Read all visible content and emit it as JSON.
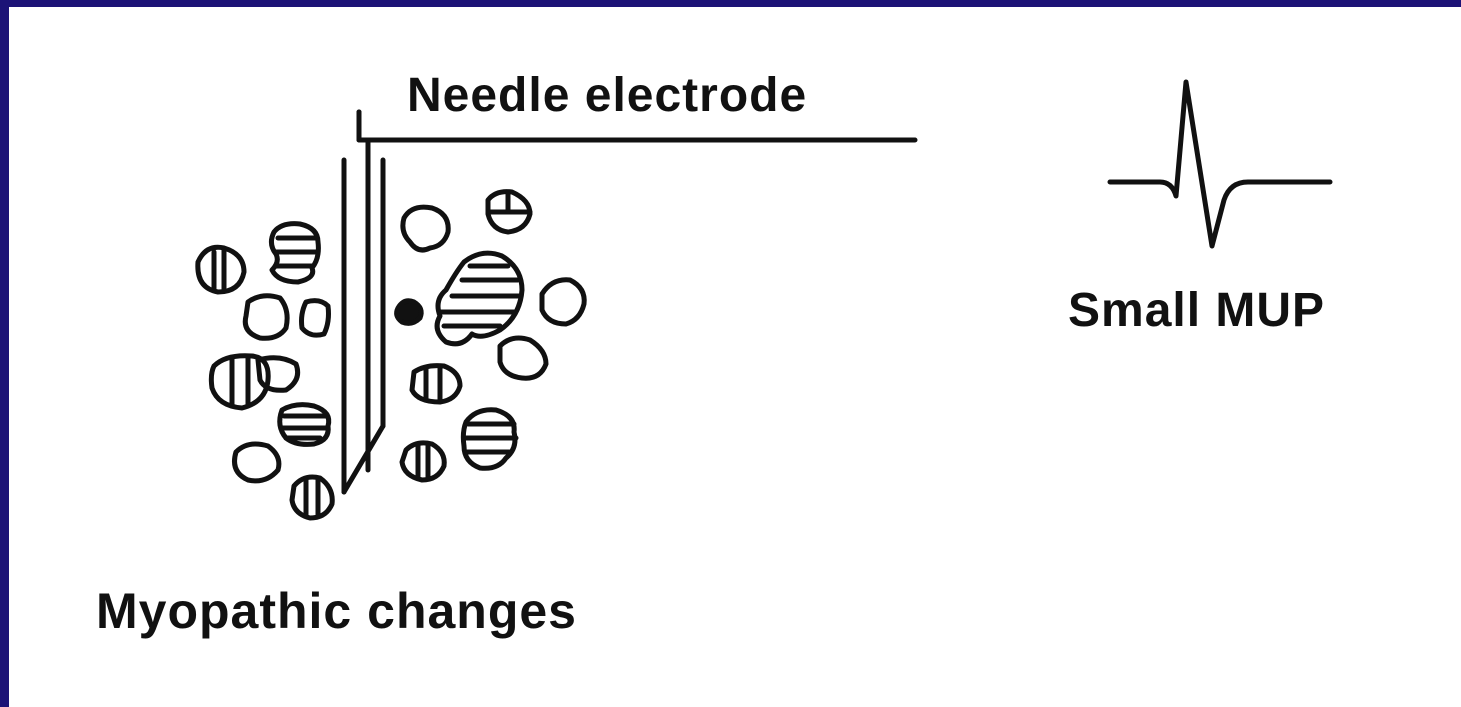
{
  "diagram": {
    "needle_label": "Needle electrode",
    "mup_label": "Small MUP",
    "myopathic_label": "Myopathic changes"
  },
  "colors": {
    "frame": "#1c1377",
    "background": "#ffffff",
    "ink": "#111111"
  }
}
